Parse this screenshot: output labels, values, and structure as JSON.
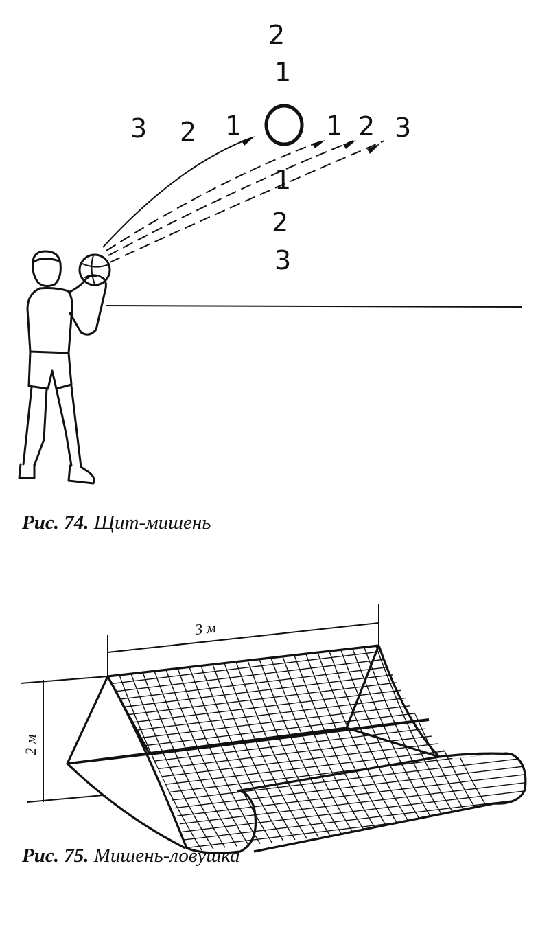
{
  "figure74": {
    "caption_prefix": "Рис. 74.",
    "caption_title": "Щит-мишень",
    "target_labels": {
      "top_outer": "2",
      "top_inner": "1",
      "left_outer": "3",
      "left_mid": "2",
      "left_inner": "1",
      "right_inner": "1",
      "right_mid": "2",
      "right_outer": "3",
      "bottom_inner": "1",
      "bottom_mid": "2",
      "bottom_outer": "3"
    }
  },
  "figure75": {
    "caption_prefix": "Рис. 75.",
    "caption_title": "Мишень-ловушка",
    "width_label": "3 м",
    "height_label": "2 м"
  }
}
